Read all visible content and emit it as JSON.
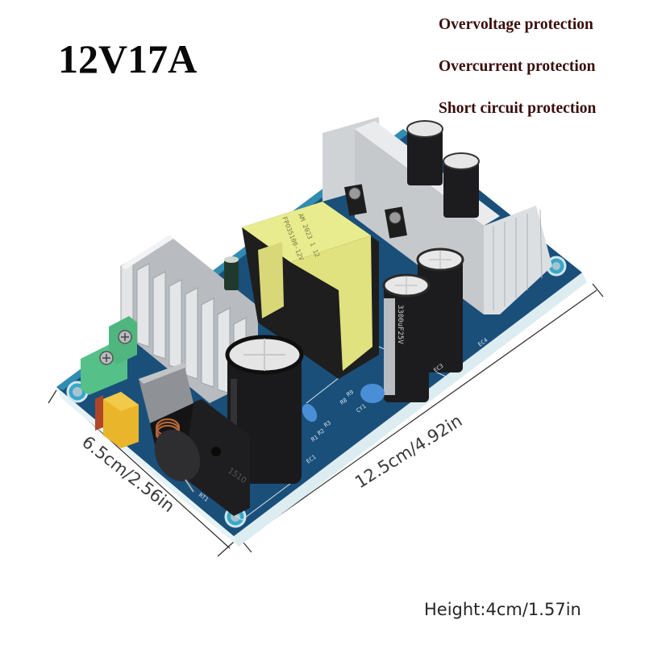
{
  "product": {
    "model_label": "12V17A",
    "features": [
      "Overvoltage protection",
      "Overcurrent protection",
      "Short circuit protection"
    ],
    "dimensions": {
      "length_label": "12.5cm/4.92in",
      "width_label": "6.5cm/2.56in",
      "height_label": "Height:4cm/1.57in"
    }
  },
  "components": {
    "transformer_marking": [
      "FPO35100-12V",
      "AM 2023 1 12"
    ],
    "capacitor_marking": "3300uF25V",
    "bridge_marking": "1510",
    "pcb_labels": [
      "EC1",
      "EC3",
      "EC4",
      "CY1",
      "R1",
      "R2",
      "R3",
      "R8",
      "R9",
      "RT1"
    ]
  },
  "colors": {
    "pcb": "#1a4f7a",
    "pcb_edge": "#3aa7c9",
    "heatsink": "#d8dadc",
    "transformer_tape": "#e9ec8e",
    "terminal_block": "#55c088",
    "capacitor": "#1c1c1e",
    "x_capacitor": "#e9b52a",
    "y_capacitor": "#4a8fd6",
    "feature_text": "#3a0d0d"
  }
}
